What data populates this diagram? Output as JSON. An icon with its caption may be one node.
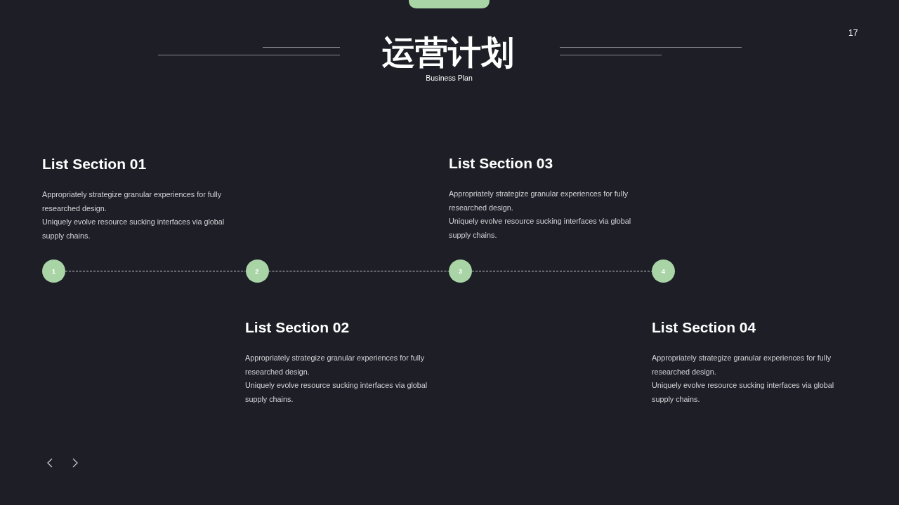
{
  "diagram": {
    "title": "运营计划",
    "nodes": [
      {
        "text": [
          "1"
        ],
        "beside": [
          "List Section 01",
          "Appropriately strategize granular experiences for fully researched design.",
          "Uniquely evolve resource sucking interfaces via global supply chains."
        ]
      },
      {
        "text": [
          "2"
        ],
        "beside": [
          "List Section 02",
          "Appropriately strategize granular experiences for fully researched design.",
          "Uniquely evolve resource sucking interfaces via global supply chains."
        ]
      },
      {
        "text": [
          "3"
        ],
        "beside": [
          "List Section 03",
          "Appropriately strategize granular experiences for fully researched design.",
          "Uniquely evolve resource sucking interfaces via global supply chains."
        ]
      },
      {
        "text": [
          "4"
        ],
        "beside": [
          "List Section 04",
          "Appropriately strategize granular experiences for fully researched design.",
          "Uniquely evolve resource sucking interfaces via global supply chains."
        ]
      }
    ],
    "edges": [
      {
        "from": 0,
        "to": 1,
        "arrow": "none",
        "style": "dashed"
      },
      {
        "from": 1,
        "to": 2,
        "arrow": "none",
        "style": "dashed"
      },
      {
        "from": 2,
        "to": 3,
        "arrow": "none",
        "style": "dashed"
      }
    ],
    "labels": [
      "17",
      "Business Plan"
    ]
  }
}
